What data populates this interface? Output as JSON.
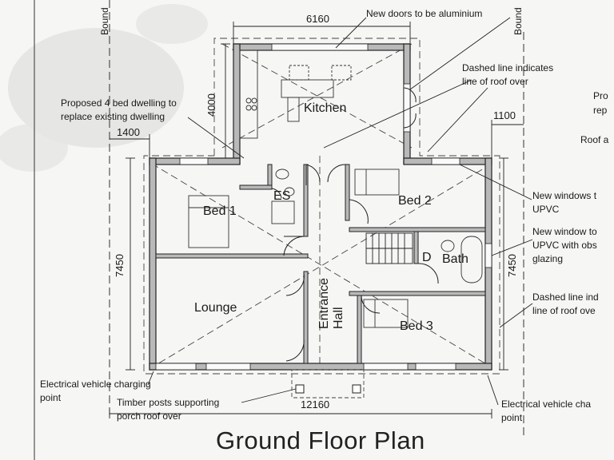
{
  "title": "Ground Floor Plan",
  "rooms": {
    "kitchen": "Kitchen",
    "bed1": "Bed 1",
    "bed2": "Bed 2",
    "bed3": "Bed 3",
    "ensuite": "ES",
    "bath": "Bath",
    "lounge": "Lounge",
    "hall": "Entrance Hall",
    "door_d": "D"
  },
  "dimensions": {
    "kitchen_width": "6160",
    "kitchen_depth": "4000",
    "left_offset": "1400",
    "right_offset": "1100",
    "left_height": "7450",
    "right_height": "7450",
    "total_width": "12160"
  },
  "boundary": {
    "left": "Bound",
    "right": "Bound"
  },
  "notes": {
    "aluminium": "New doors to be aluminium",
    "roof_line_1": "Dashed line indicates",
    "roof_line_2": "line of roof over",
    "proposed_1": "Proposed 4 bed dwelling to",
    "proposed_2": "replace existing dwelling",
    "windows_1": "New windows t",
    "windows_2": "UPVC",
    "obs_1": "New window to",
    "obs_2": "UPVC with obs",
    "obs_3": "glazing",
    "dashed_r1": "Dashed line ind",
    "dashed_r2": "line of roof ove",
    "ev_left_1": "Electrical vehicle charging",
    "ev_left_2": "point",
    "timber_1": "Timber posts supporting",
    "timber_2": "porch roof over",
    "ev_right_1": "Electrical vehicle cha",
    "ev_right_2": "point",
    "pro_1": "Pro",
    "pro_2": "rep",
    "roof_a": "Roof a"
  }
}
